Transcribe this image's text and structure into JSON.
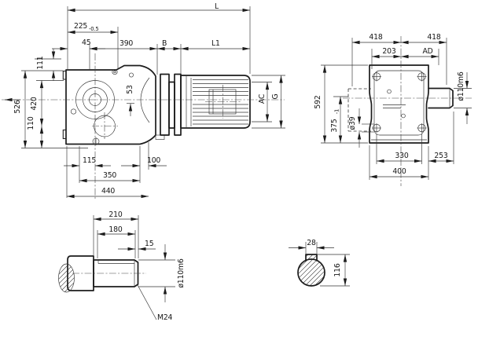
{
  "meta": {
    "drawing_type": "gear-motor-dimension-drawing",
    "background": "#ffffff",
    "ink": "#1c1c1c"
  },
  "side_view": {
    "dims": {
      "L": "L",
      "d225": "225",
      "d225_tol": "-0.5",
      "d45": "45",
      "d390": "390",
      "dB": "B",
      "dL1": "L1",
      "d526": "526",
      "d420": "420",
      "d111": "111",
      "d110": "110",
      "d53": "53",
      "d115": "115",
      "d100": "100",
      "d350": "350",
      "d440": "440",
      "dAC": "AC",
      "dG": "G"
    }
  },
  "front_view": {
    "dims": {
      "d418_left": "418",
      "d418_right": "418",
      "d203": "203",
      "dAD": "AD",
      "shaft_dia": "ø110m6",
      "d592": "592",
      "d375": "375",
      "d375_tol": "-1",
      "hole_dia": "ø39",
      "d330": "330",
      "d253": "253",
      "d400": "400"
    }
  },
  "shaft_detail": {
    "dims": {
      "d210": "210",
      "d180": "180",
      "d15": "15",
      "shaft_dia": "ø110m6",
      "thread": "M24"
    }
  },
  "key_section": {
    "dims": {
      "d28": "28",
      "d116": "116"
    }
  }
}
